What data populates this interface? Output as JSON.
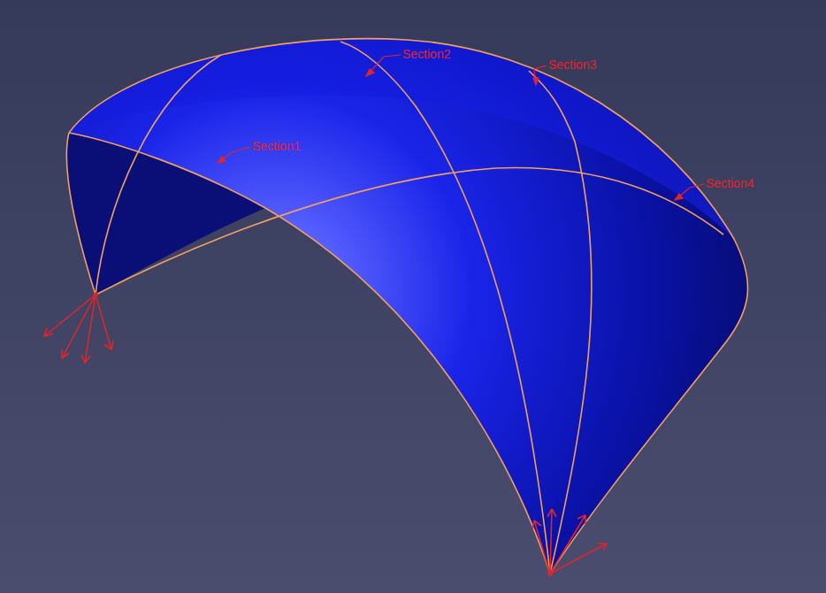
{
  "diagram": {
    "labels": [
      "Section1",
      "Section2",
      "Section3",
      "Section4"
    ]
  }
}
